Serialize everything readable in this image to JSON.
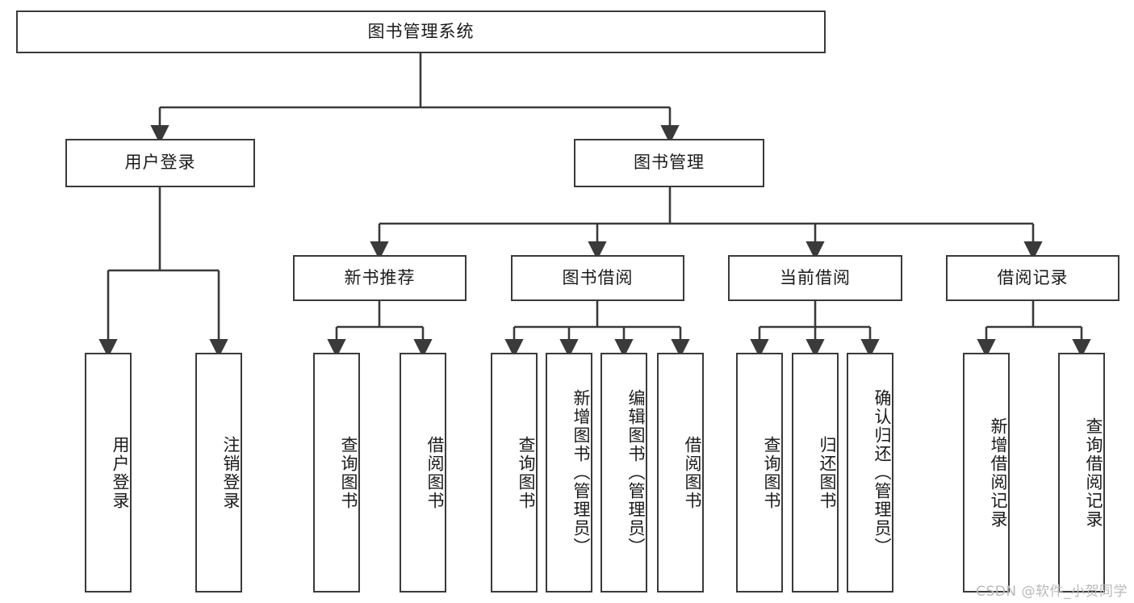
{
  "diagram": {
    "type": "tree-hierarchy",
    "root": {
      "label": "图书管理系统"
    },
    "level2": [
      {
        "label": "用户登录"
      },
      {
        "label": "图书管理"
      }
    ],
    "level3": [
      {
        "label": "新书推荐"
      },
      {
        "label": "图书借阅"
      },
      {
        "label": "当前借阅"
      },
      {
        "label": "借阅记录"
      }
    ],
    "leaves": {
      "user_login": [
        {
          "label": "用户登录"
        },
        {
          "label": "注销登录"
        }
      ],
      "new_book_recommend": [
        {
          "label": "查询图书"
        },
        {
          "label": "借阅图书"
        }
      ],
      "book_borrow": [
        {
          "label": "查询图书"
        },
        {
          "label": "新增图书（管理员）"
        },
        {
          "label": "编辑图书（管理员）"
        },
        {
          "label": "借阅图书"
        }
      ],
      "current_borrow": [
        {
          "label": "查询图书"
        },
        {
          "label": "归还图书"
        },
        {
          "label": "确认归还（管理员）"
        }
      ],
      "borrow_record": [
        {
          "label": "新增借阅记录"
        },
        {
          "label": "查询借阅记录"
        }
      ]
    }
  },
  "watermark": {
    "text": "CSDN @软件_小贺同学"
  },
  "colors": {
    "stroke": "#3a3a3a",
    "background": "#ffffff",
    "text": "#1a1a1a",
    "watermark": "#b9b9b9"
  }
}
